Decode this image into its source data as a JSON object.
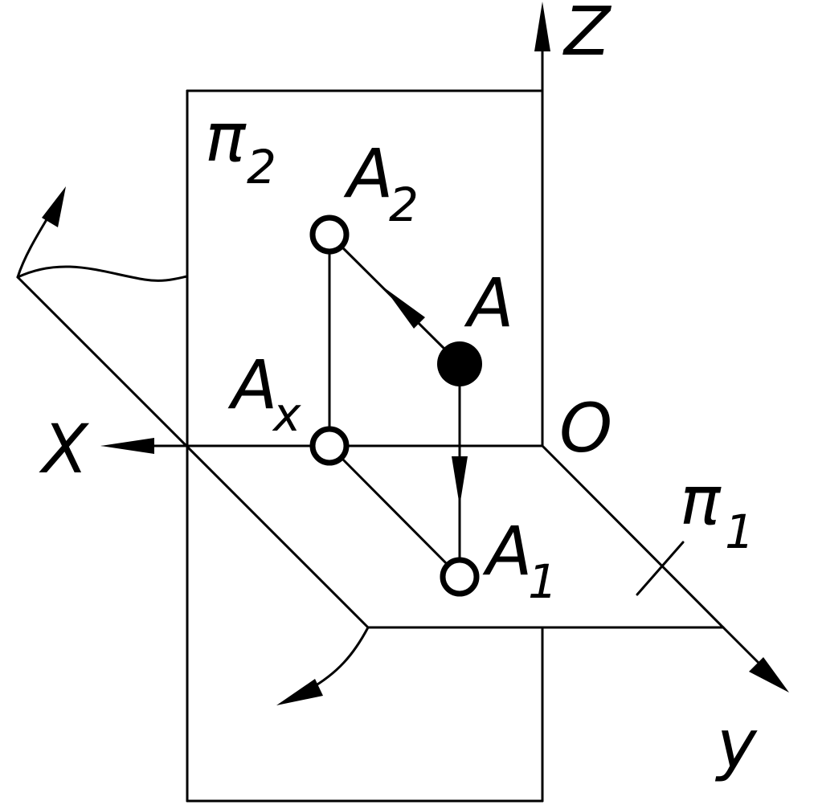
{
  "labels": {
    "z_axis": "Z",
    "x_axis": "X",
    "y_axis": "y",
    "origin": "O",
    "plane2_main": "π",
    "plane2_sub": "2",
    "plane1_main": "π",
    "plane1_sub": "1",
    "pointA": "A",
    "pointA2_main": "A",
    "pointA2_sub": "2",
    "pointAx_main": "A",
    "pointAx_sub": "x",
    "pointA1_main": "A",
    "pointA1_sub": "1"
  }
}
